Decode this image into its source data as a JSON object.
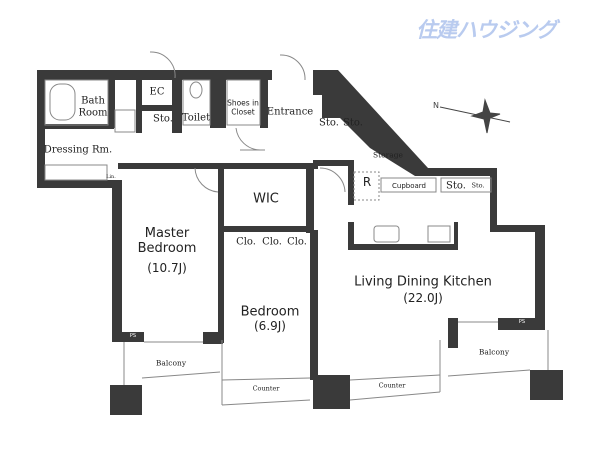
{
  "logo": {
    "text": "住建ハウジング",
    "color": "#b9cbef"
  },
  "compass": {
    "label": "N"
  },
  "colors": {
    "wall": "#3a3a3a",
    "line": "#888888"
  },
  "rooms": {
    "bath": "Bath\nRoom",
    "ec": "EC",
    "sto_hall": "Sto.",
    "toilet": "Toilet",
    "shoes": "Shoes in\nCloset",
    "entrance": "Entrance",
    "sto_ent1": "Sto.",
    "sto_ent2": "Sto.",
    "storage": "Storage",
    "dressing": "Dressing Rm.",
    "linen": "Lin.",
    "fridge": "R",
    "cupboard": "Cupboard",
    "sto_k1": "Sto.",
    "sto_k2": "Sto.",
    "wic": "WIC",
    "clo1": "Clo.",
    "clo2": "Clo.",
    "clo3": "Clo.",
    "master_name": "Master\nBedroom",
    "master_size": "(10.7J)",
    "bed_name": "Bedroom",
    "bed_size": "(6.9J)",
    "ldk_name": "Living Dining Kitchen",
    "ldk_size": "(22.0J)",
    "balcony1": "Balcony",
    "balcony2": "Balcony",
    "counter1": "Counter",
    "counter2": "Counter",
    "ps1": "PS",
    "ps2": "PS"
  }
}
